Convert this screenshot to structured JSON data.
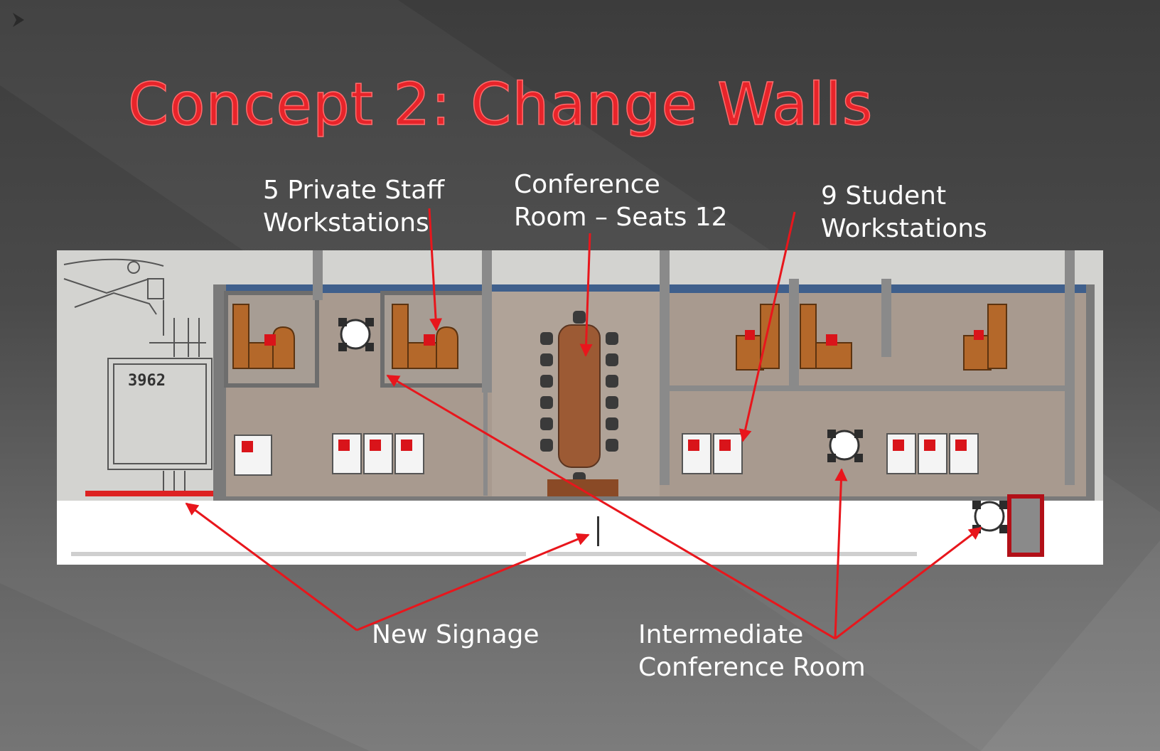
{
  "slide": {
    "title": "Concept 2: Change Walls"
  },
  "callouts": {
    "staff": {
      "line1": "5 Private Staff",
      "line2": "Workstations"
    },
    "conference": {
      "line1": "Conference",
      "line2": "Room – Seats 12"
    },
    "student": {
      "line1": "9 Student",
      "line2": "Workstations"
    },
    "signage": {
      "line1": "New Signage"
    },
    "intermediate": {
      "line1": "Intermediate",
      "line2": "Conference Room"
    }
  },
  "floor_plan": {
    "room_number": "3962"
  },
  "colors": {
    "title": "#e8242a",
    "arrow": "#e8161c",
    "label": "#ffffff",
    "carpet": "#a89a8f",
    "wood": "#b4682a"
  }
}
